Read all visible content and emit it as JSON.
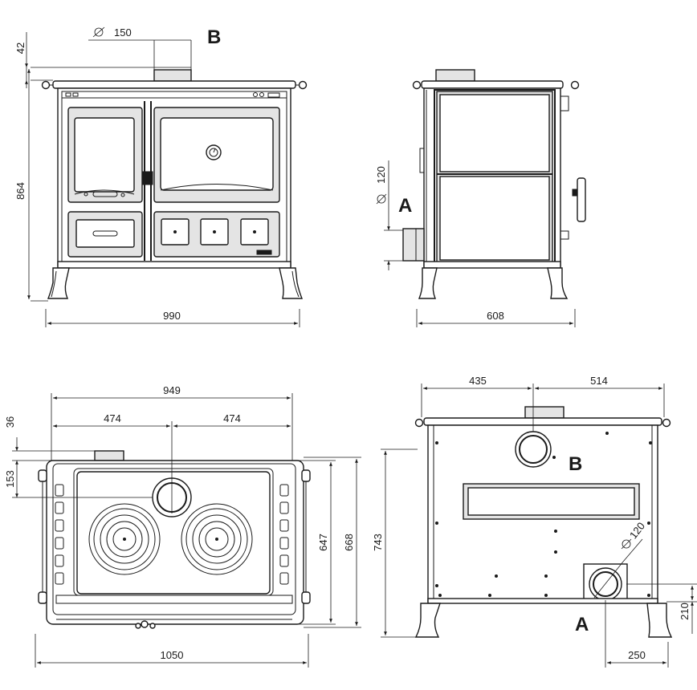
{
  "views": {
    "front": {
      "dims": {
        "top_collar": "42",
        "flue_top": "150",
        "height": "864",
        "width": "990"
      },
      "label_b": "B"
    },
    "side": {
      "dims": {
        "flue_side": "120",
        "depth": "608"
      },
      "label_a": "A"
    },
    "top": {
      "dims": {
        "total_width": "949",
        "half_left": "474",
        "half_right": "474",
        "collar_offset": "36",
        "flue_offset": "153",
        "depth_inner": "647",
        "depth_mid": "668",
        "overall_width": "1050"
      }
    },
    "rear": {
      "dims": {
        "left_offset": "435",
        "right_offset": "514",
        "flue_rear": "120",
        "height": "743",
        "flue_height": "210",
        "flue_side_offset": "250"
      },
      "label_b": "B",
      "label_a": "A"
    }
  }
}
